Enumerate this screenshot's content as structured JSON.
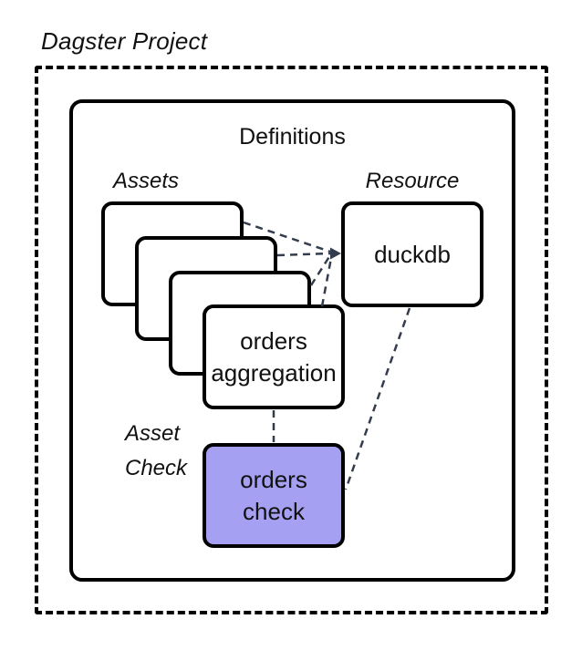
{
  "diagram": {
    "title": "Dagster Project",
    "definitions_label": "Definitions",
    "assets": {
      "label": "Assets",
      "stack_count": 4,
      "front_node_label": "orders\naggregation"
    },
    "resource": {
      "label": "Resource",
      "node_label": "duckdb"
    },
    "asset_check": {
      "label": "Asset Check",
      "node_label": "orders\ncheck"
    },
    "colors": {
      "border": "#000000",
      "node_fill": "#ffffff",
      "asset_check_fill": "#a6a0f2",
      "connector": "#333d4d",
      "text": "#111111"
    }
  }
}
